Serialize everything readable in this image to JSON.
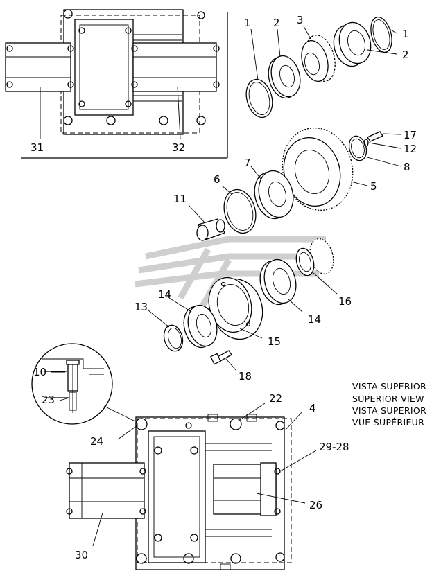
{
  "callouts": {
    "c1a": "1",
    "c2a": "2",
    "c3": "3",
    "c1b": "1",
    "c2b": "2",
    "c17": "17",
    "c12": "12",
    "c8": "8",
    "c5": "5",
    "c7": "7",
    "c6": "6",
    "c11": "11",
    "c14a": "14",
    "c14b": "14",
    "c13": "13",
    "c16": "16",
    "c15": "15",
    "c18": "18",
    "c10": "10",
    "c23": "23",
    "c31": "31",
    "c32": "32",
    "c22": "22",
    "c4": "4",
    "c24": "24",
    "c2928": "29-28",
    "c26": "26",
    "c30": "30"
  },
  "view_caption": [
    "VISTA SUPERIOR",
    "SUPERIOR VIEW",
    "VISTA SUPERIOR",
    "VUE SUPÉRIEUR"
  ],
  "colors": {
    "ink": "#000000",
    "paper": "#ffffff",
    "watermark": "#cfcfcf"
  }
}
